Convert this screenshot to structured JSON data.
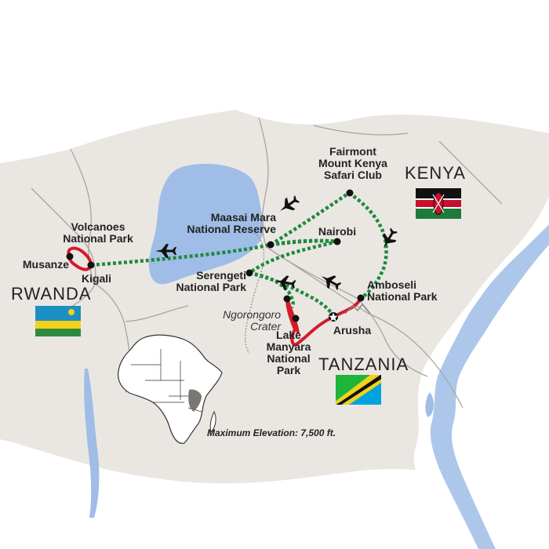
{
  "places": {
    "fairmont": "Fairmont\nMount Kenya\nSafari Club",
    "maasai_mara": "Maasai Mara\nNational Reserve",
    "nairobi": "Nairobi",
    "volcanoes": "Volcanoes\nNational Park",
    "musanze": "Musanze",
    "kigali": "Kigali",
    "serengeti": "Serengeti\nNational Park",
    "amboseli": "Amboseli\nNational Park",
    "ngorongoro": "Ngorongoro\nCrater",
    "arusha": "Arusha",
    "lake_manyara": "Lake\nManyara\nNational\nPark"
  },
  "countries": {
    "kenya": "KENYA",
    "rwanda": "RWANDA",
    "tanzania": "TANZANIA"
  },
  "note": "Maximum Elevation: 7,500 ft.",
  "colors": {
    "land": "#e9e6e1",
    "water": "#9fbde6",
    "border": "#a8a5a0",
    "flight_route": "#1f8a3e",
    "ground_route": "#d7192a",
    "stop": "#111111"
  },
  "icons": [
    "airplane-icon",
    "star-icon",
    "mountain-icon"
  ]
}
